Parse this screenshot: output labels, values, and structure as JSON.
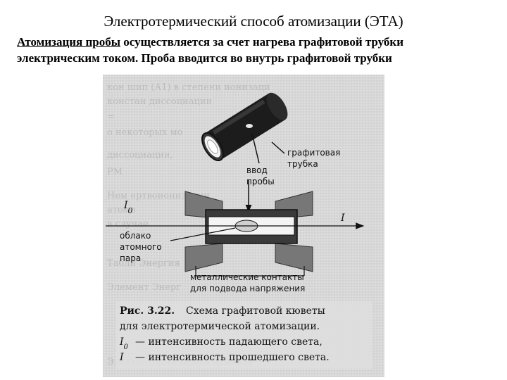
{
  "slide": {
    "title": "Электротермический способ атомизации (ЭТА)",
    "text_underlined": "Атомизация пробы",
    "text_line1_rest": " осуществляется за счет нагрева графитовой трубки",
    "text_line2": "электрическим током. Проба вводится во внутрь графитовой трубки"
  },
  "figure": {
    "labels": {
      "graphite_tube": [
        "графитовая",
        "трубка"
      ],
      "sample_input": [
        "ввод",
        "пробы"
      ],
      "incident_light": "I0",
      "transmitted_light": "I",
      "atomic_cloud": [
        "облако",
        "атомного",
        "пара"
      ],
      "metal_contacts": [
        "металлические контакты",
        "для подвода напряжения"
      ]
    },
    "caption": {
      "label": "Рис. 3.22.",
      "line1": "Схема графитовой кюветы",
      "line2": "для электротермической атомизации.",
      "line3": "— интенсивность падающего света,",
      "line4": "— интенсивность прошедшего света.",
      "sym_i0": "I0",
      "sym_i": "I"
    }
  }
}
